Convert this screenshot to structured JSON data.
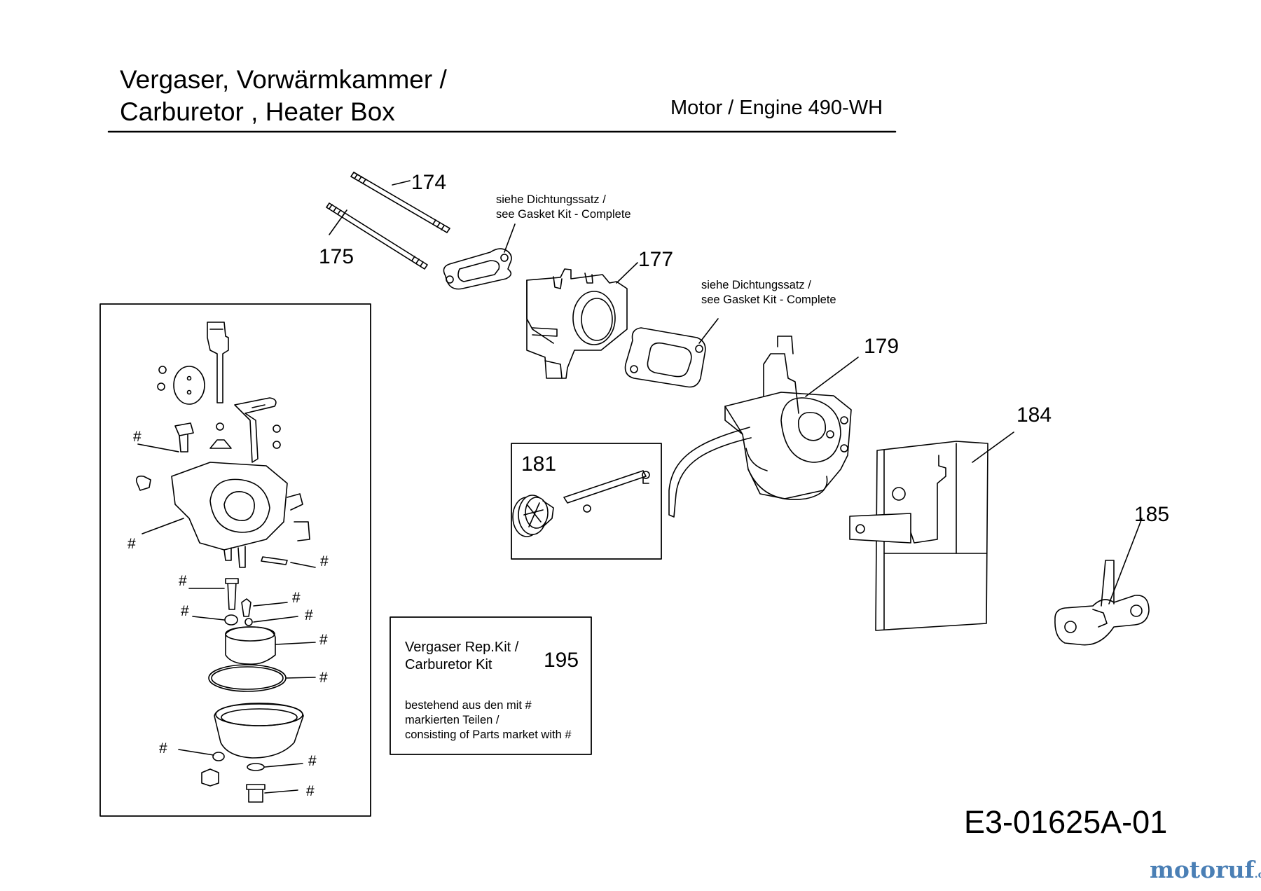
{
  "header": {
    "title_line1": "Vergaser, Vorwärmkammer /",
    "title_line2": "Carburetor , Heater Box",
    "engine": "Motor / Engine 490-WH"
  },
  "parts": {
    "p174": "174",
    "p175": "175",
    "p177": "177",
    "p179": "179",
    "p181": "181",
    "p184": "184",
    "p185": "185"
  },
  "notes": {
    "gasket1_line1": "siehe Dichtungssatz /",
    "gasket1_line2": "see Gasket Kit - Complete",
    "gasket2_line1": "siehe Dichtungssatz /",
    "gasket2_line2": "see Gasket Kit - Complete"
  },
  "kit": {
    "title_line1": "Vergaser Rep.Kit /",
    "title_line2": "Carburetor Kit",
    "number": "195",
    "desc_line1": "bestehend aus den mit #",
    "desc_line2": "markierten Teilen /",
    "desc_line3": "consisting of Parts market with #"
  },
  "kit_marker": "#",
  "drawing_code": "E3-01625A-01",
  "watermark": {
    "name": "motoruf",
    "suffix": ".de"
  }
}
